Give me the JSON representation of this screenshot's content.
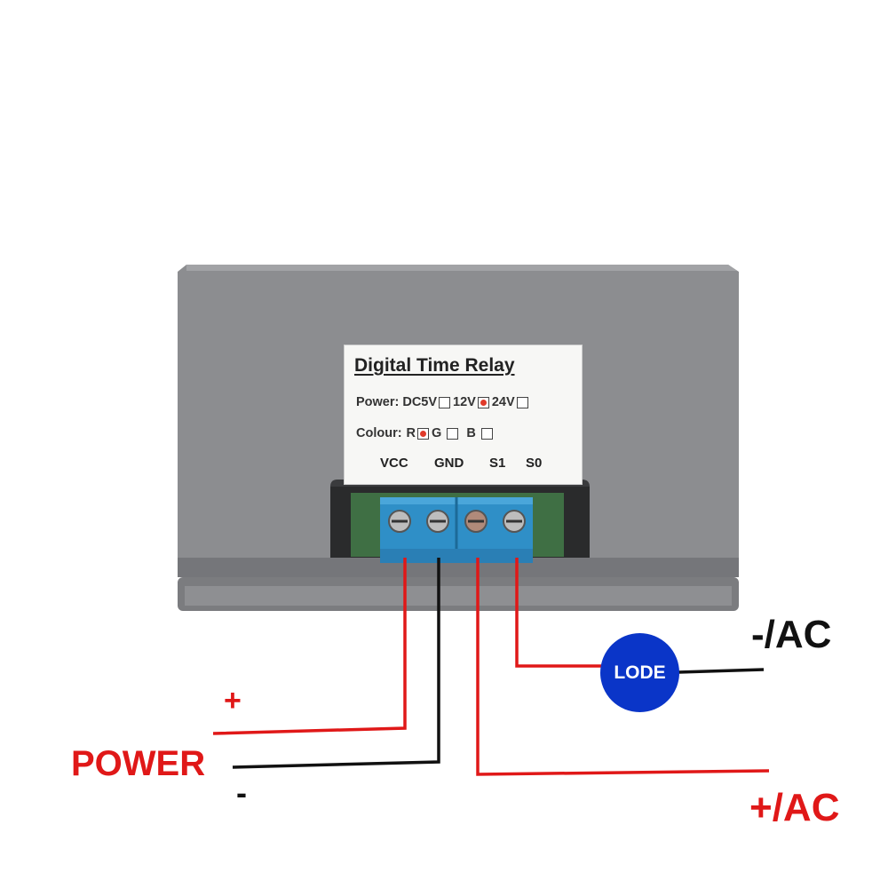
{
  "device_label": {
    "title": "Digital Time Relay",
    "power_prefix": "Power:",
    "power_options": [
      {
        "label": "DC5V",
        "checked": false
      },
      {
        "label": "12V",
        "checked": true
      },
      {
        "label": "24V",
        "checked": false
      }
    ],
    "colour_prefix": "Colour:",
    "colour_options": [
      {
        "label": "R",
        "checked": true
      },
      {
        "label": "G",
        "checked": false
      },
      {
        "label": "B",
        "checked": false
      }
    ],
    "pins": [
      "VCC",
      "GND",
      "S1",
      "S0"
    ]
  },
  "wiring": {
    "load_label": "LODE",
    "neg_ac_label": "-/AC",
    "pos_ac_label": "+/AC",
    "power_label": "POWER",
    "plus_label": "+",
    "minus_label": "-"
  },
  "colors": {
    "wire_red": "#e01818",
    "wire_black": "#111111",
    "load_blue": "#0a35c8",
    "housing_gray": "#8a8a8c",
    "terminal_blue": "#2f8fc7"
  }
}
